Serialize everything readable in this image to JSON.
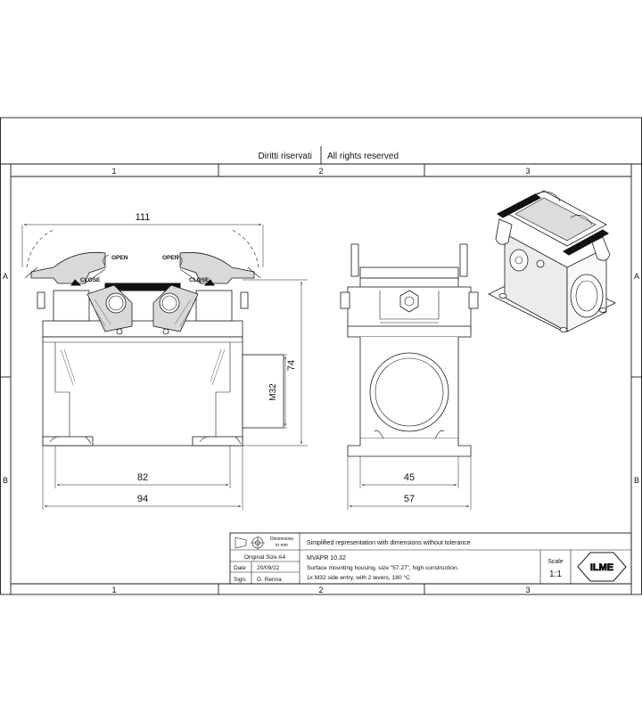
{
  "header": {
    "left_text": "Diritti riservati",
    "right_text": "All rights reserved"
  },
  "grid": {
    "columns": [
      "1",
      "2",
      "3"
    ],
    "rows": [
      "A",
      "B"
    ]
  },
  "front_view": {
    "dim_width_top": "111",
    "dim_width_inner": "82",
    "dim_width_outer": "94",
    "dim_height": "74",
    "dim_entry": "M32",
    "lever_labels": [
      "OPEN",
      "CLOSE",
      "OPEN",
      "CLOSE"
    ]
  },
  "side_view": {
    "dim_width_inner": "45",
    "dim_width_outer": "57"
  },
  "title_block": {
    "dimensions_note_line1": "Dimensions",
    "dimensions_note_line2": "in mm",
    "original_size": "Original Size A4",
    "date_label": "Date",
    "date_value": "20/09/22",
    "sign_label": "Sign.",
    "sign_value": "G. Renna",
    "representation_note": "Simplified representation with dimensions without tolerance",
    "part_code": "MVAPR 10.32",
    "description_line1": "Surface mounting housing, size \"57.27\", high construction,",
    "description_line2": "1x M32 side entry,  with 2 levers, 180 °C",
    "scale_label": "Scale",
    "scale_value": "1:1",
    "logo_text": "ILME"
  }
}
